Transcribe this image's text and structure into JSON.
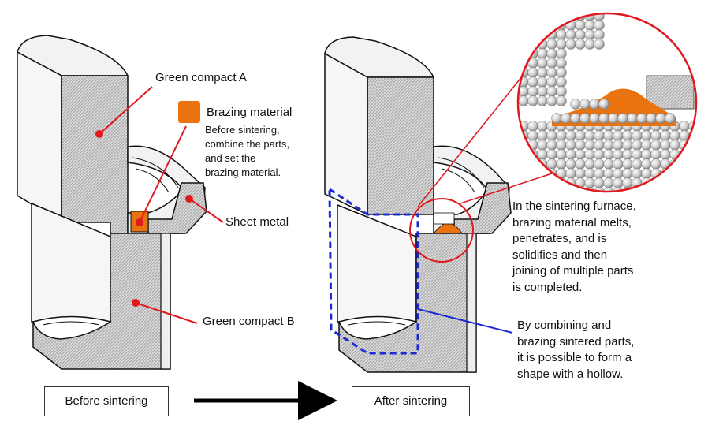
{
  "labels": {
    "green_compact_a": "Green compact A",
    "brazing_material": "Brazing material",
    "brazing_note": "Before sintering,\ncombine the parts,\nand set the\nbrazing material.",
    "sheet_metal": "Sheet metal",
    "green_compact_b": "Green compact B",
    "sintering_note": "In the sintering furnace,\nbrazing material melts,\npenetrates, and is\nsolidifies and then\njoining of multiple parts\nis completed.",
    "hollow_note": "By combining and\nbrazing sintered parts,\nit is possible to form a\nshape with a hollow."
  },
  "stages": {
    "before": "Before sintering",
    "after": "After sintering"
  },
  "colors": {
    "brazing": "#e8730f",
    "leader_red": "#e0191f",
    "hollow_blue": "#1a28d6",
    "metal_hatch": "#cfcfcf",
    "metal_face": "#f0f0f0"
  }
}
